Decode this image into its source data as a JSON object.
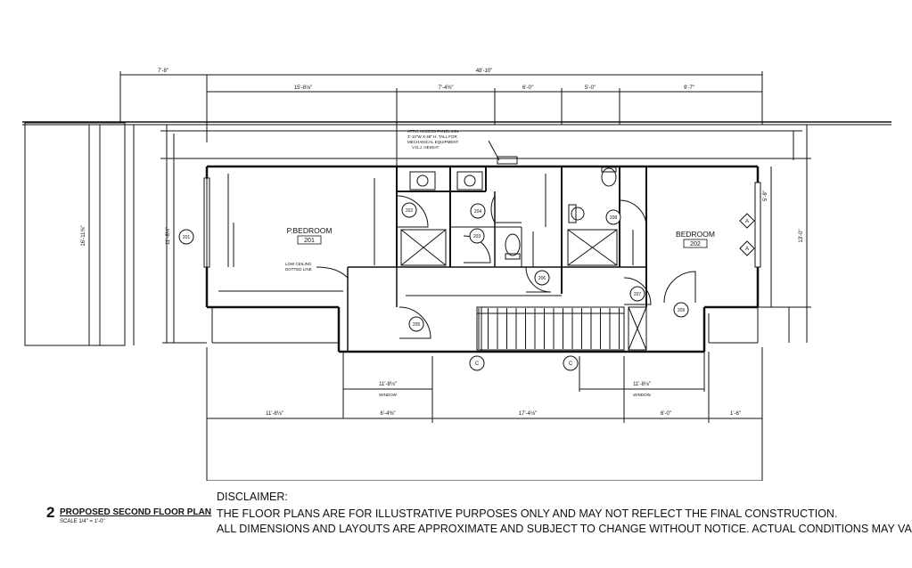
{
  "plan": {
    "title_number": "2",
    "title": "PROPOSED SECOND FLOOR PLAN",
    "scale": "SCALE 1/4\" = 1'-0\"",
    "rooms": [
      {
        "name": "P.BEDROOM",
        "number": "201"
      },
      {
        "name": "BEDROOM",
        "number": "202"
      }
    ],
    "notes": {
      "attic_1": "ATTIC ACCESS PANEL MIN.",
      "attic_2": "3'-10\"W X 48\" H. TALL FOR",
      "attic_3": "MECHANICAL EQUIPMENT",
      "attic_4": "V.O.J. HEIGHT",
      "ceiling_1": "LOW CEILING",
      "ceiling_2": "DOTTED LINE"
    },
    "door_tags": [
      "202",
      "204",
      "203",
      "206",
      "207",
      "209",
      "205",
      "208"
    ],
    "window_tags": [
      "A",
      "A",
      "C",
      "C"
    ],
    "wall_tag": "201",
    "window_label": "WINDOW",
    "dimensions": {
      "overall_top": "48'-10\"",
      "left_overhang": "7'-8\"",
      "top_1": "15'-8⅛\"",
      "top_2": "7'-4⅜\"",
      "top_3": "6'-0\"",
      "top_4": "5'-0\"",
      "top_5": "9'-7\"",
      "bottom_1": "11'-8⅛\"",
      "bottom_2": "6'-4⅜\"",
      "bottom_3": "17'-4⅛\"",
      "bottom_4": "6'-0\"",
      "bottom_5": "1'-6\"",
      "window_dim_1": "11'-8⅛\"",
      "window_dim_2": "11'-8⅛\"",
      "left_overall": "16'-11⅜\"",
      "left_inner": "11'-8⅛\"",
      "right_overall": "13'-0\"",
      "right_small": "5'-8\""
    }
  },
  "disclaimer": {
    "title": "DISCLAIMER:",
    "line1": "THE FLOOR PLANS ARE FOR ILLUSTRATIVE PURPOSES ONLY AND MAY NOT REFLECT THE FINAL CONSTRUCTION.",
    "line2": "ALL DIMENSIONS AND LAYOUTS ARE APPROXIMATE AND SUBJECT TO CHANGE WITHOUT NOTICE. ACTUAL CONDITIONS MAY VARY."
  }
}
